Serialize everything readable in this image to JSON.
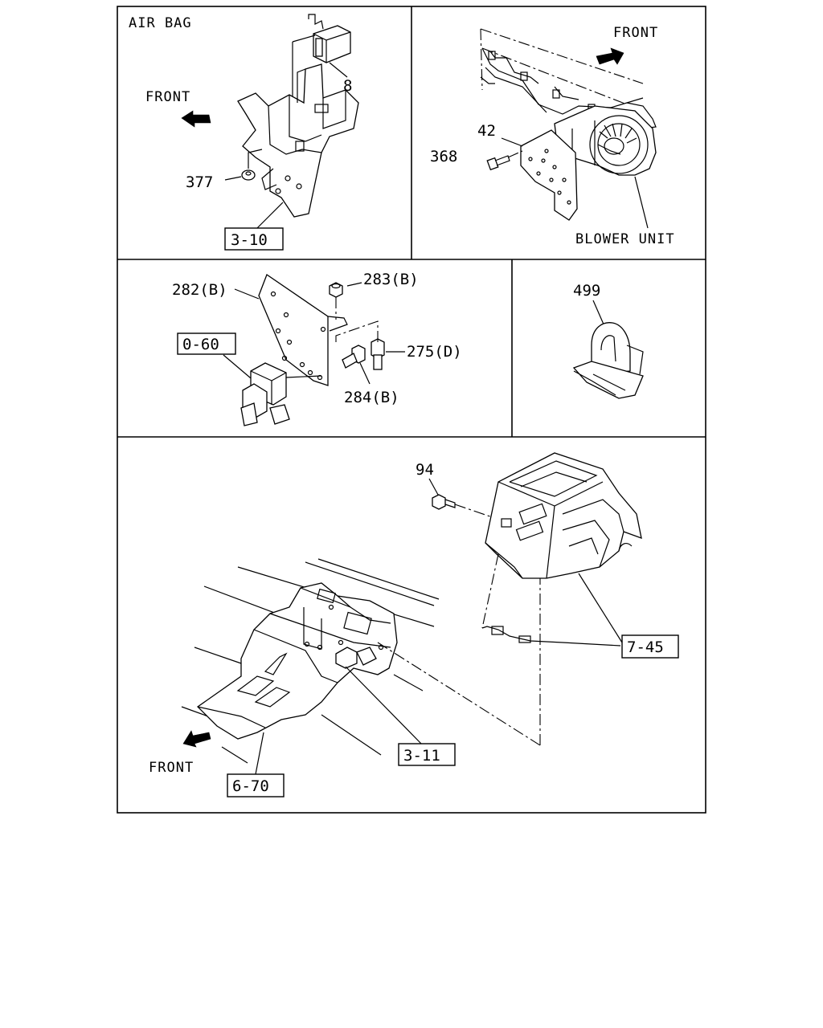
{
  "panels": {
    "airbag": {
      "title": "AIR BAG",
      "front": "FRONT",
      "callouts": [
        "8",
        "377"
      ],
      "ref": "3-10"
    },
    "blower": {
      "front": "FRONT",
      "callouts": [
        "42",
        "368"
      ],
      "unit_label": "BLOWER UNIT"
    },
    "bracket": {
      "callouts": [
        "282(B)",
        "283(B)",
        "275(D)",
        "284(B)"
      ],
      "ref": "0-60"
    },
    "clip": {
      "callouts": [
        "499"
      ]
    },
    "console": {
      "callouts": [
        "94"
      ],
      "refs": [
        "7-45",
        "3-11",
        "6-70"
      ],
      "front": "FRONT"
    }
  }
}
